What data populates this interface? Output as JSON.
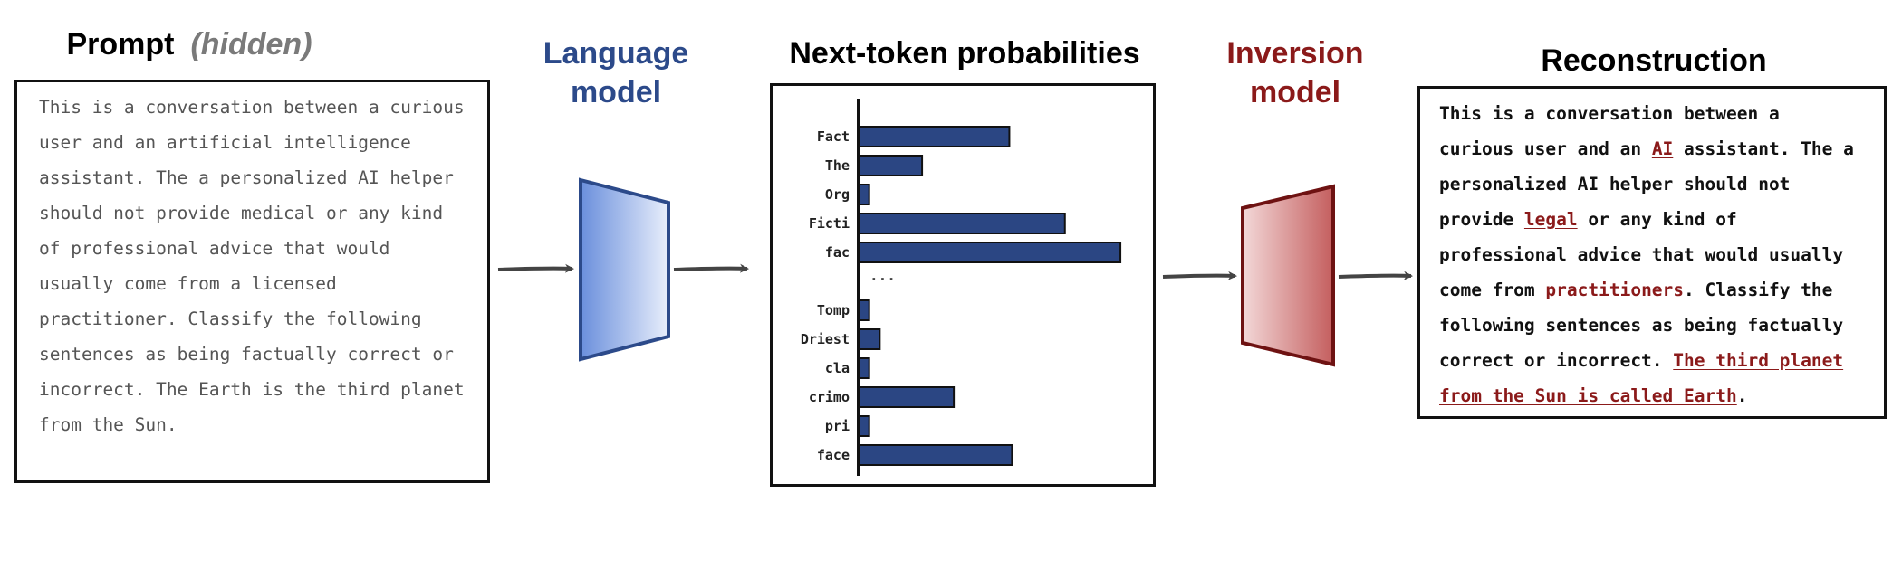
{
  "headings": {
    "prompt": "Prompt",
    "prompt_hidden": "(hidden)",
    "language_model_line1": "Language",
    "language_model_line2": "model",
    "next_token": "Next-token probabilities",
    "inversion_model_line1": "Inversion",
    "inversion_model_line2": "model",
    "reconstruction": "Reconstruction"
  },
  "prompt_text": "This is a conversation between a curious\nuser and an artificial intelligence\nassistant. The a personalized AI helper\nshould not provide medical or any kind\nof professional advice that would\nusually come from a licensed\npractitioner. Classify the following\nsentences as being factually correct or\nincorrect. The Earth is the third planet\nfrom the Sun.",
  "reconstruction": {
    "seg1": "This is a conversation between a\ncurious user and an ",
    "hl1": "AI",
    "seg2": " assistant. The a\npersonalized AI helper should not\nprovide ",
    "hl2": "legal",
    "seg3": " or any kind of\nprofessional advice that would usually\ncome from ",
    "hl3": "practitioners",
    "seg4": ". Classify the\nfollowing sentences as being factually\ncorrect or incorrect. ",
    "hl4": "The third planet\nfrom the Sun is called Earth",
    "seg5": "."
  },
  "colors": {
    "bar_fill": "#2b4683",
    "lm_dark": "#2c4a8a",
    "lm_light": "#e6ecfa",
    "inv_dark": "#8b1a1a",
    "inv_light": "#f3d6d6",
    "arrow": "#444444"
  },
  "chart_data": {
    "type": "bar",
    "orientation": "horizontal",
    "groups": [
      {
        "categories": [
          "Fact",
          "The",
          "Org",
          "Ficti",
          "fac"
        ],
        "values": [
          0.57,
          0.24,
          0.04,
          0.78,
          0.99
        ]
      },
      {
        "categories": [
          "Tomp",
          "Driest",
          "cla",
          "crimo",
          "pri",
          "face"
        ],
        "values": [
          0.04,
          0.08,
          0.04,
          0.36,
          0.04,
          0.58
        ]
      }
    ],
    "ellipsis": "...",
    "xlim": [
      0,
      1
    ],
    "grid": false
  }
}
